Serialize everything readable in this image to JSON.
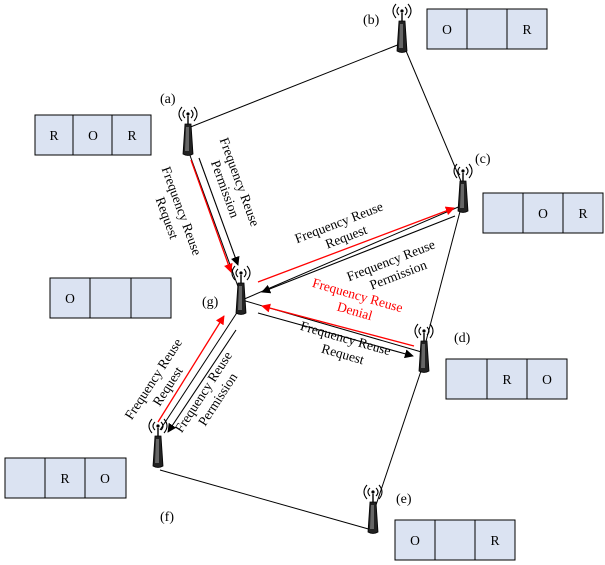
{
  "nodes": [
    {
      "id": "a",
      "label": "(a)"
    },
    {
      "id": "b",
      "label": "(b)"
    },
    {
      "id": "c",
      "label": "(c)"
    },
    {
      "id": "d",
      "label": "(d)"
    },
    {
      "id": "e",
      "label": "(e)"
    },
    {
      "id": "f",
      "label": "(f)"
    },
    {
      "id": "g",
      "label": "(g)"
    }
  ],
  "channel_boxes": {
    "a": [
      "R",
      "O",
      "R"
    ],
    "b": [
      "O",
      "",
      "R"
    ],
    "c": [
      "",
      "O",
      "R"
    ],
    "d": [
      "",
      "R",
      "O"
    ],
    "e": [
      "O",
      "",
      "R"
    ],
    "f": [
      "",
      "R",
      "O"
    ],
    "g": [
      "O",
      "",
      ""
    ]
  },
  "highlight_color": "#ff0000",
  "cell_fill": "#dbe3f2",
  "messages": {
    "a_request": [
      "Frequency Reuse",
      "Request"
    ],
    "a_permission": [
      "Frequency Reuse",
      "Permission"
    ],
    "c_request": [
      "Frequency Reuse",
      "Request"
    ],
    "c_permission": [
      "Frequency Reuse",
      "Permission"
    ],
    "d_denial": [
      "Frequency Reuse",
      "Denial"
    ],
    "d_request": [
      "Frequency Reuse",
      "Request"
    ],
    "f_request": [
      "Frequency Reuse",
      "Request"
    ],
    "f_permission": [
      "Frequency Reuse",
      "Permission"
    ]
  }
}
